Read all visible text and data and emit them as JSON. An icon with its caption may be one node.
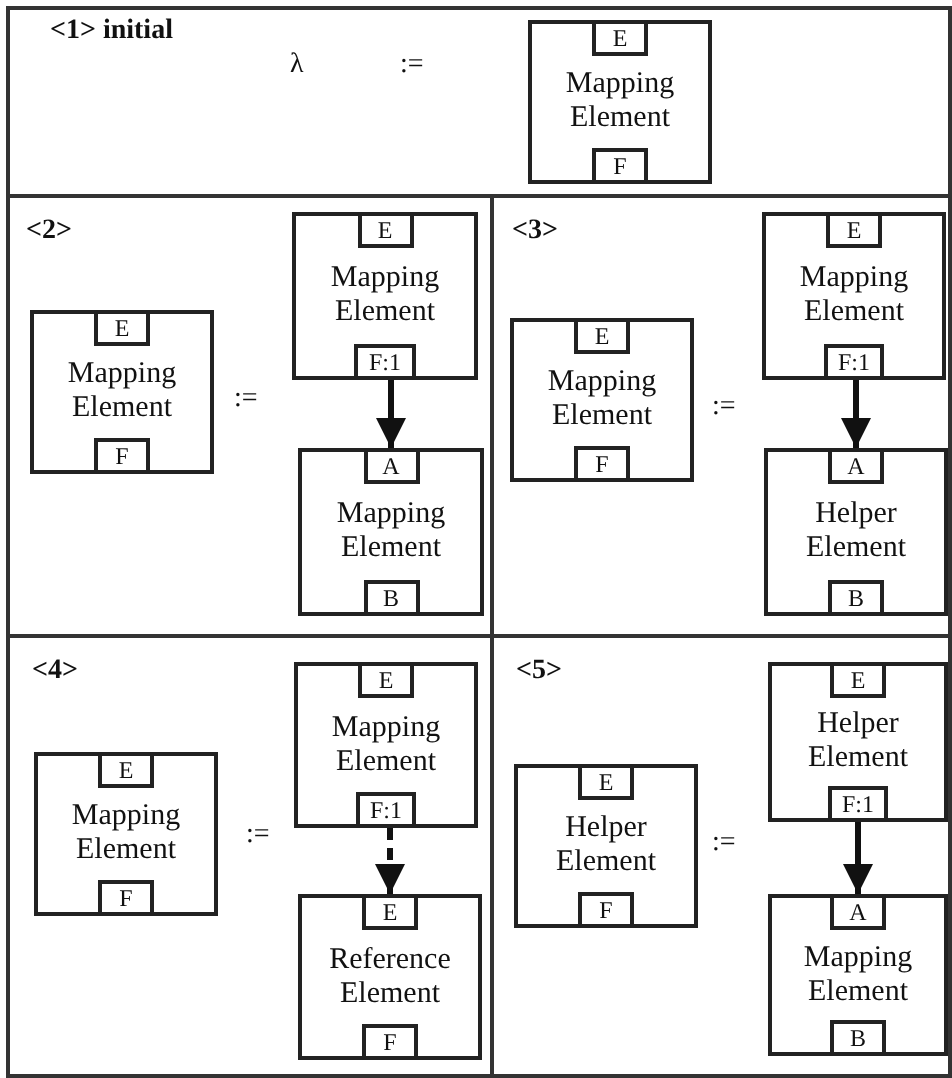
{
  "diagram": {
    "nodes": [
      {
        "text": [
          "<1> initial",
          "λ",
          ":="
        ]
      },
      {
        "text": [
          "E",
          "Mapping Element",
          "F"
        ],
        "in": 0
      },
      {
        "text": [
          "<2>",
          ":="
        ]
      },
      {
        "text": [
          "E",
          "Mapping Element",
          "F"
        ],
        "in": 2
      },
      {
        "text": [
          "E",
          "Mapping Element",
          "F:1"
        ],
        "in": 2
      },
      {
        "text": [
          "A",
          "Mapping Element",
          "B"
        ],
        "in": 2
      },
      {
        "text": [
          "<3>",
          ":="
        ]
      },
      {
        "text": [
          "E",
          "Mapping Element",
          "F"
        ],
        "in": 6
      },
      {
        "text": [
          "E",
          "Mapping Element",
          "F:1"
        ],
        "in": 6
      },
      {
        "text": [
          "A",
          "Helper Element",
          "B"
        ],
        "in": 6
      },
      {
        "text": [
          "<4>",
          ":="
        ]
      },
      {
        "text": [
          "E",
          "Mapping Element",
          "F"
        ],
        "in": 10
      },
      {
        "text": [
          "E",
          "Mapping Element",
          "F:1"
        ],
        "in": 10
      },
      {
        "text": [
          "E",
          "Reference Element",
          "F"
        ],
        "in": 10
      },
      {
        "text": [
          "<5>",
          ":="
        ]
      },
      {
        "text": [
          "E",
          "Helper Element",
          "F"
        ],
        "in": 14
      },
      {
        "text": [
          "E",
          "Helper Element",
          "F:1"
        ],
        "in": 14
      },
      {
        "text": [
          "A",
          "Mapping Element",
          "B"
        ],
        "in": 14
      }
    ],
    "edges": [
      {
        "from": 4,
        "to": 5,
        "arrow": "to"
      },
      {
        "from": 8,
        "to": 9,
        "arrow": "to"
      },
      {
        "from": 12,
        "to": 13,
        "arrow": "to",
        "style": "dashed"
      },
      {
        "from": 16,
        "to": 17,
        "arrow": "to"
      }
    ]
  }
}
